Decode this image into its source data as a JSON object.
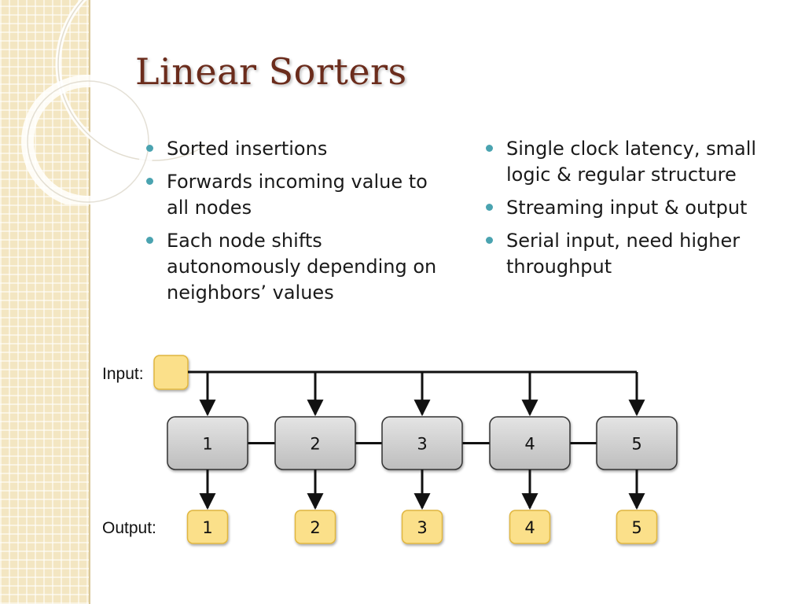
{
  "slide": {
    "title": "Linear Sorters",
    "left_bullets": [
      "Sorted insertions",
      "Forwards incoming value to all nodes",
      "Each node shifts autonomously depending on neighbors’ values"
    ],
    "right_bullets": [
      "Single clock latency, small logic & regular structure",
      "Streaming input & output",
      "Serial input, need higher throughput"
    ]
  },
  "diagram": {
    "input_label": "Input:",
    "output_label": "Output:",
    "nodes": [
      "1",
      "2",
      "3",
      "4",
      "5"
    ],
    "outputs": [
      "1",
      "2",
      "3",
      "4",
      "5"
    ],
    "colors": {
      "node_fill": "#d2d2d2",
      "io_fill": "#fbe08a",
      "io_border": "#e0b640",
      "line": "#111111",
      "accent_bullet": "#4aa3b0",
      "title": "#6b2c1c"
    }
  }
}
